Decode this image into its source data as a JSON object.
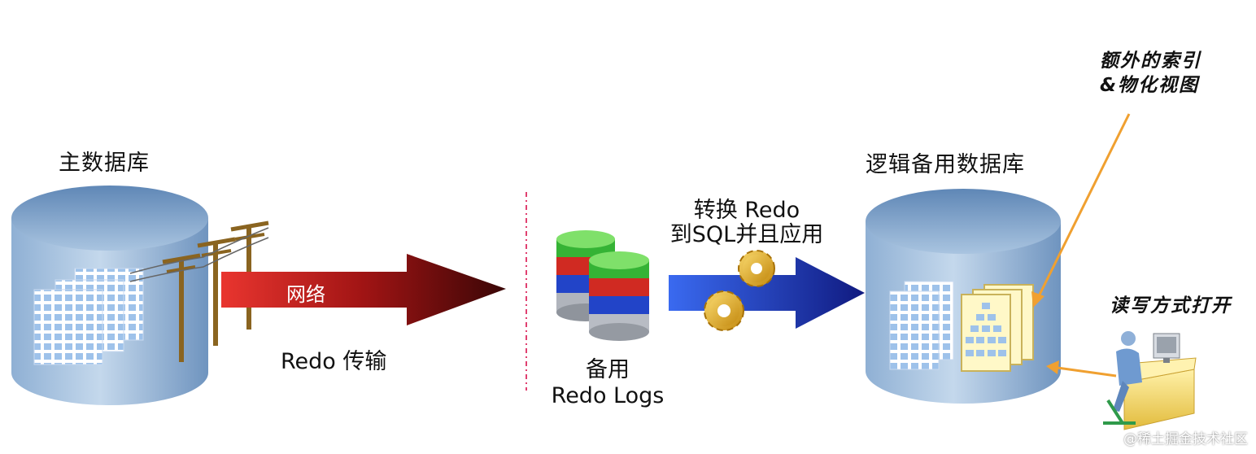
{
  "primary_db": {
    "title": "主数据库"
  },
  "network": {
    "label": "网络",
    "transport": "Redo 传输"
  },
  "standby_logs": {
    "line1": "备用",
    "line2": "Redo Logs"
  },
  "convert": {
    "line1": "转换 Redo",
    "line2": "到SQL并且应用"
  },
  "logical_db": {
    "title": "逻辑备用数据库"
  },
  "extra_index": {
    "line1": "额外的索引",
    "line2": "&物化视图"
  },
  "read_write": {
    "label": "读写方式打开"
  },
  "watermark": {
    "text": "@稀土掘金技术社区"
  },
  "colors": {
    "cylinder": "#9ab8d8",
    "network_arrow_start": "#e8302c",
    "network_arrow_end": "#4a0808",
    "apply_arrow_start": "#2a55e8",
    "apply_arrow_end": "#14208a",
    "orange_arrow": "#f0a030",
    "separator": "#e04070"
  }
}
